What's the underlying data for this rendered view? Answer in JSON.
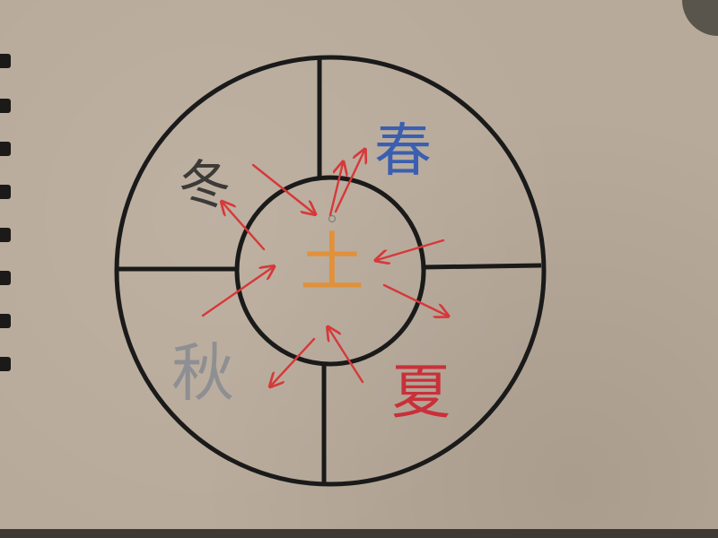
{
  "diagram": {
    "center": {
      "label": "土",
      "color": "#e0913a"
    },
    "seasons": [
      {
        "key": "spring",
        "label": "春",
        "color": "#3b5fb0"
      },
      {
        "key": "summer",
        "label": "夏",
        "color": "#c9303a"
      },
      {
        "key": "autumn",
        "label": "秋",
        "color": "#8e8f92"
      },
      {
        "key": "winter",
        "label": "冬",
        "color": "#3c3a37"
      }
    ],
    "arrow_color": "#d7383a",
    "line_color": "#1a1a1a"
  }
}
